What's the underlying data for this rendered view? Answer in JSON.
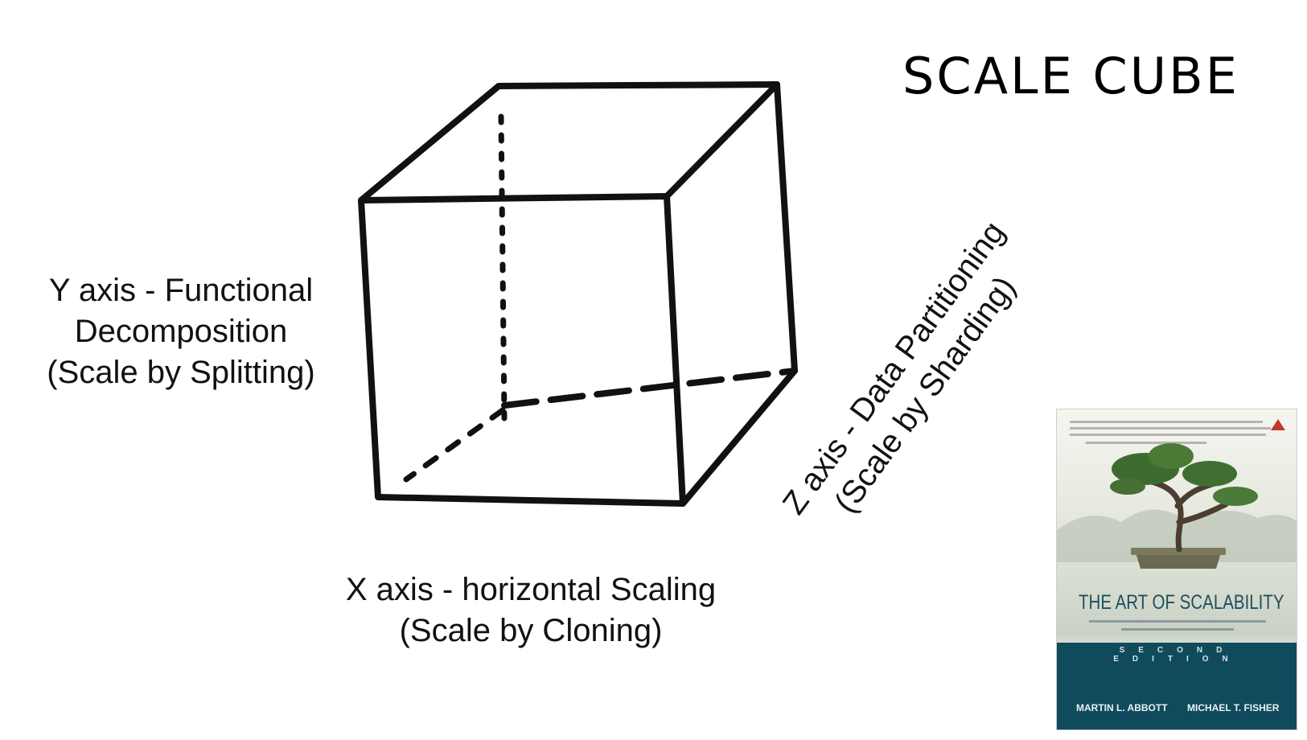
{
  "title": "SCALE CUBE",
  "axes": {
    "y": {
      "lines": [
        "Y axis - Functional",
        "Decomposition",
        "(Scale by Splitting)"
      ]
    },
    "x": {
      "lines": [
        "X axis - horizontal Scaling",
        "(Scale by Cloning)"
      ]
    },
    "z": {
      "lines": [
        "Z axis - Data Partitioning",
        "(Scale by Sharding)"
      ]
    }
  },
  "book": {
    "title": "THE ART OF SCALABILITY",
    "edition": "SECOND EDITION",
    "authors": [
      "MARTIN L. ABBOTT",
      "MICHAEL T. FISHER"
    ]
  },
  "colors": {
    "ink": "#111111",
    "book_band": "#0f4b5c",
    "book_title": "#1f4f60"
  }
}
